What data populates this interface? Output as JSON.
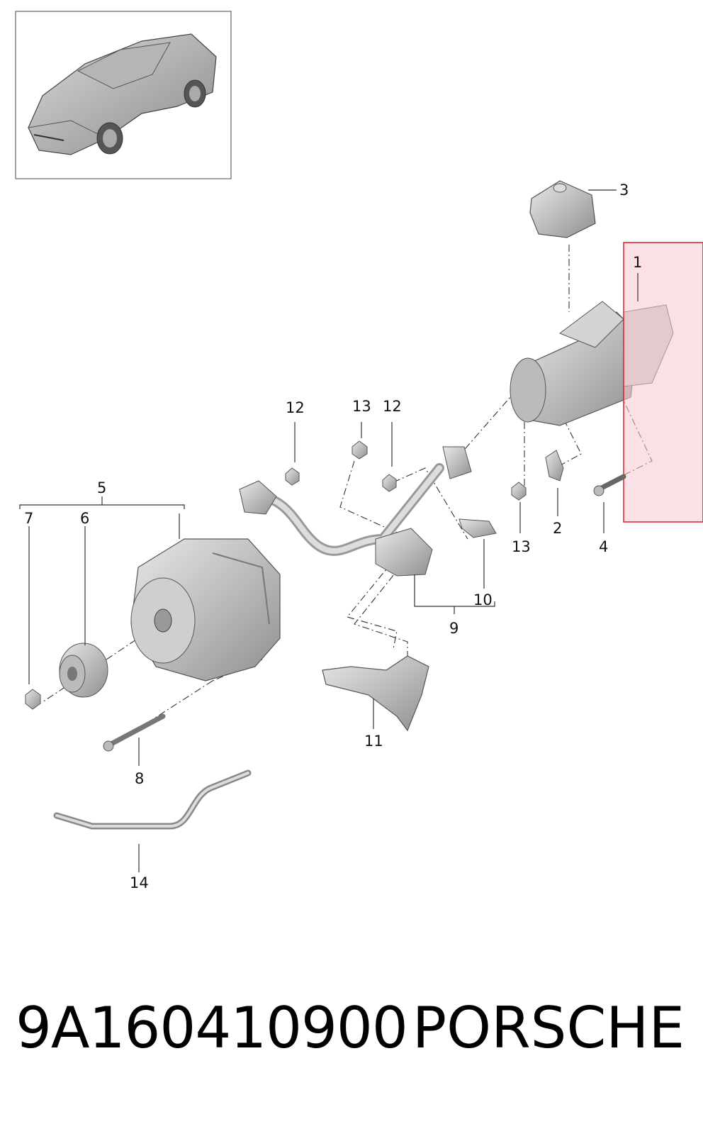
{
  "footer": {
    "part_number": "9A160410900",
    "brand": "PORSCHE"
  },
  "callouts": {
    "c1": "1",
    "c2": "2",
    "c3": "3",
    "c4": "4",
    "c5": "5",
    "c6": "6",
    "c7": "7",
    "c8": "8",
    "c9": "9",
    "c10": "10",
    "c11": "11",
    "c12a": "12",
    "c12b": "12",
    "c13a": "13",
    "c13b": "13",
    "c14": "14"
  },
  "colors": {
    "highlight_fill": "#f7c9cf",
    "highlight_stroke": "#d6202e",
    "part_fill": "#c9c9c9",
    "part_stroke": "#555555"
  }
}
